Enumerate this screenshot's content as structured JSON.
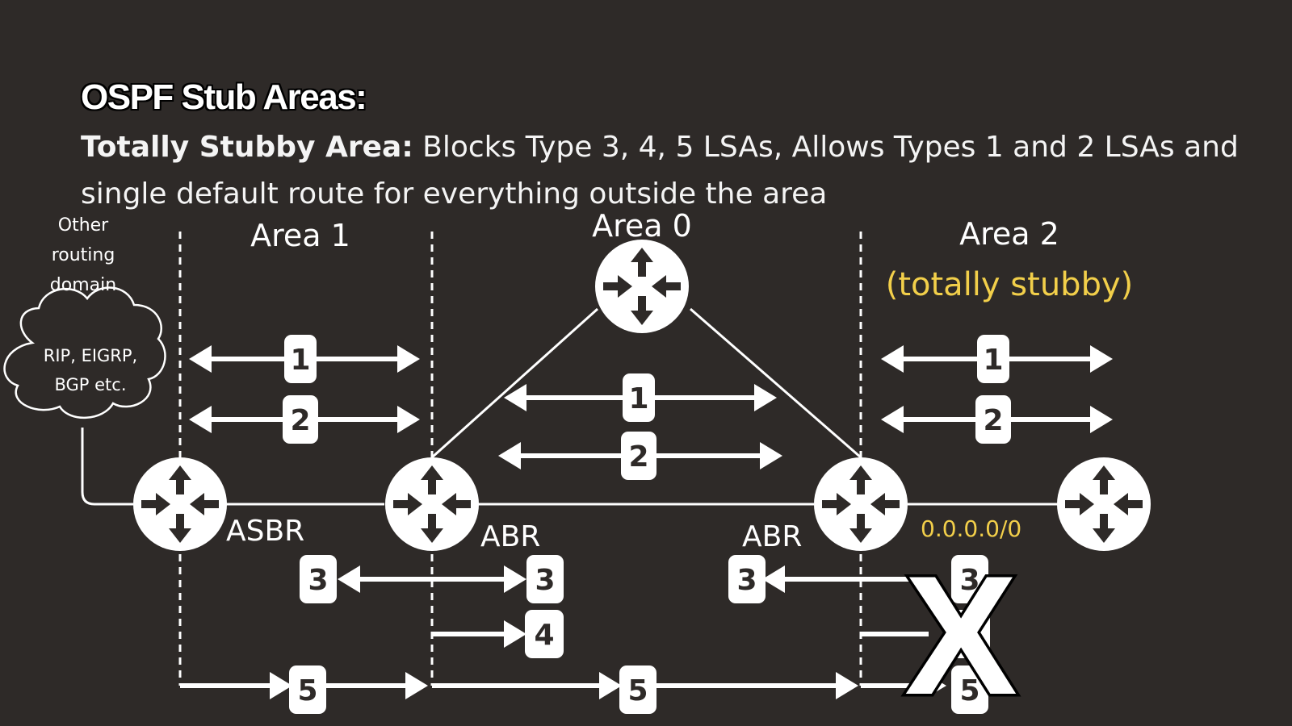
{
  "title": "OSPF  Stub Areas:",
  "subtitle_bold": "Totally Stubby Area:",
  "subtitle_text": " Blocks Type 3, 4, 5 LSAs, Allows Types 1 and 2 LSAs and single default route for everything outside the area",
  "other_domain": {
    "label_lines": [
      "Other",
      "routing",
      "domain"
    ],
    "cloud_lines": [
      "RIP, EIGRP,",
      "BGP etc."
    ]
  },
  "areas": {
    "area1": "Area 1",
    "area0": "Area 0",
    "area2": "Area 2",
    "area2_note": "(totally stubby)"
  },
  "router_labels": {
    "asbr": "ASBR",
    "abr_left": "ABR",
    "abr_right": "ABR"
  },
  "default_route": "0.0.0.0/0",
  "lsa_types": {
    "t1": "1",
    "t2": "2",
    "t3": "3",
    "t4": "4",
    "t5": "5"
  },
  "blocked_mark": "X",
  "colors": {
    "background": "#2e2a28",
    "foreground": "#ffffff",
    "accent_yellow": "#f2cf4a",
    "badge_text": "#2e2a28"
  }
}
